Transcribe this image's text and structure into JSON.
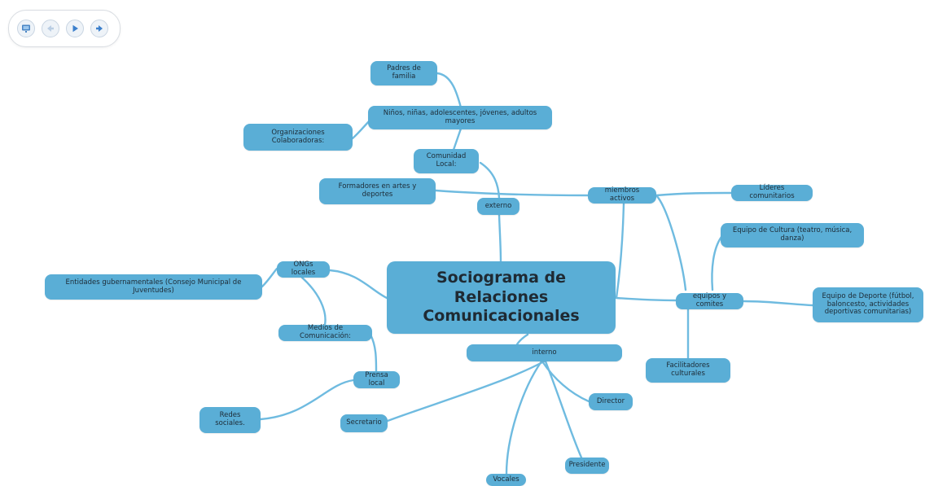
{
  "toolbar": {
    "buttons": [
      {
        "name": "presentation-icon"
      },
      {
        "name": "back-arrow-icon"
      },
      {
        "name": "play-icon"
      },
      {
        "name": "forward-arrow-icon"
      }
    ]
  },
  "colors": {
    "node_fill": "#5aaed6",
    "connector": "#6fbbe0",
    "text": "#1d2b36"
  },
  "mindmap": {
    "central": "Sociograma de Relaciones Comunicacionales",
    "nodes": {
      "padres": "Padres de familia",
      "ninos": "Niños, niñas, adolescentes, jóvenes, adultos mayores",
      "organizaciones": "Organizaciones Colaboradoras:",
      "comunidad": "Comunidad Local:",
      "formadores": "Formadores en artes y deportes",
      "externo": "externo",
      "miembros": "miembros activos",
      "lideres": "Líderes comunitarios",
      "cultura": "Equipo de Cultura (teatro, música, danza)",
      "ongs": "ONGs locales",
      "entidades": "Entidades gubernamentales (Consejo Municipal de Juventudes)",
      "equipos": "equipos y comites",
      "deporte": "Equipo de Deporte (fútbol, baloncesto, actividades deportivas comunitarias)",
      "medios": "Medios de Comunicación:",
      "interno": "interno",
      "facilitadores": "Facilitadores culturales",
      "prensa": "Prensa local",
      "redes": "Redes sociales.",
      "director": "Director",
      "secretario": "Secretario",
      "presidente": "Presidente",
      "vocales": "Vocales"
    }
  }
}
